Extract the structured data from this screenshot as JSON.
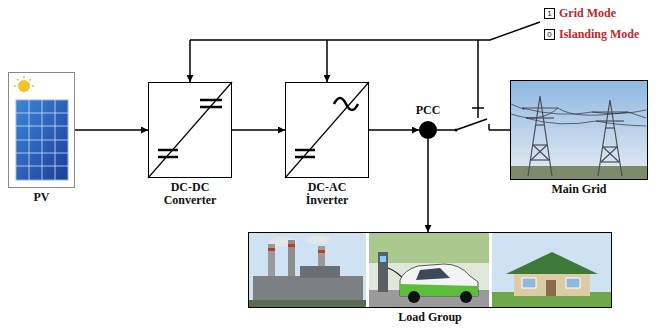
{
  "diagram": {
    "nodes": [
      {
        "text": [
          "1"
        ]
      },
      {
        "text": [
          "0"
        ]
      },
      {
        "text": [
          "PV"
        ]
      },
      {
        "text": [
          "DC-DC Converter"
        ]
      },
      {
        "text": [
          "DC-AC İnverter"
        ]
      },
      {
        "text": [
          "PCC"
        ]
      },
      {
        "text": [
          "Main Grid"
        ]
      },
      {
        "text": [
          "Load Group"
        ]
      }
    ],
    "edges": [
      {
        "from": 2,
        "to": 3,
        "arrow": "to"
      },
      {
        "from": 3,
        "to": 4,
        "arrow": "to"
      },
      {
        "from": 4,
        "to": 5,
        "arrow": "to"
      },
      {
        "from": 5,
        "to": 6,
        "arrow": "none"
      },
      {
        "from": 5,
        "to": 7,
        "arrow": "to"
      }
    ],
    "labels": [
      "Grid Mode",
      "Islanding Mode"
    ]
  }
}
